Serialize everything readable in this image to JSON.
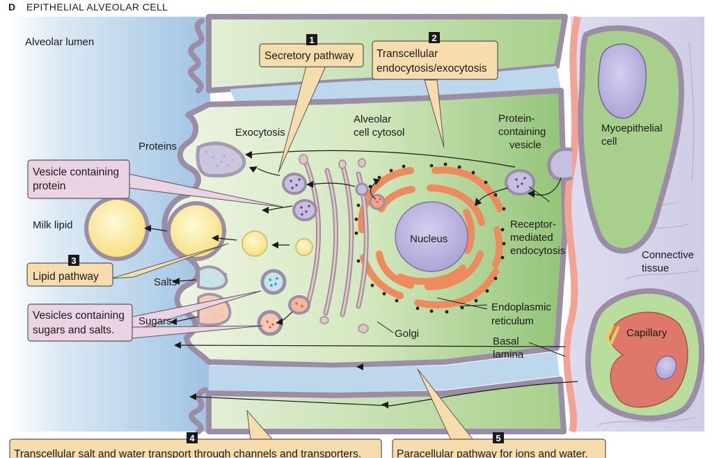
{
  "panel": {
    "letter": "D",
    "title": "EPITHELIAL ALVEOLAR CELL"
  },
  "regions": {
    "alveolar_lumen": "Alveolar lumen",
    "alveolar_cytosol": [
      "Alveolar",
      "cell cytosol"
    ],
    "connective_tissue": [
      "Connective",
      "tissue"
    ]
  },
  "labels": {
    "exocytosis": "Exocytosis",
    "proteins": "Proteins",
    "milk_lipid": "Milk lipid",
    "salts": "Salts",
    "sugars": "Sugars",
    "nucleus": "Nucleus",
    "golgi": "Golgi",
    "er": [
      "Endoplasmic",
      "reticulum"
    ],
    "protein_vesicle": [
      "Protein-",
      "containing",
      "vesicle"
    ],
    "receptor": [
      "Receptor-",
      "mediated",
      "endocytosis"
    ],
    "myoepithelial": [
      "Myoepithelial",
      "cell"
    ],
    "capillary": "Capillary",
    "basal_lamina": [
      "Basal",
      "lamina"
    ]
  },
  "callouts": {
    "vesicle_protein": [
      "Vesicle containing",
      "protein"
    ],
    "vesicles_sugars": [
      "Vesicles containing",
      "sugars and salts."
    ]
  },
  "pathways": [
    {
      "number": "1",
      "lines": [
        "Secretory pathway"
      ]
    },
    {
      "number": "2",
      "lines": [
        "Transcellular",
        "endocytosis/exocytosis"
      ]
    },
    {
      "number": "3",
      "lines": [
        "Lipid pathway"
      ]
    },
    {
      "number": "4",
      "lines": [
        "Transcellular salt and water transport through channels and transporters."
      ]
    },
    {
      "number": "5",
      "lines": [
        "Paracellular pathway for ions and water."
      ]
    }
  ],
  "colors": {
    "lumen": "#bcd6ec",
    "cytosol": "#dcebc9",
    "cytosol_dark": "#9ccb82",
    "membrane": "#9c8da6",
    "lamina": "#f0a08e",
    "connective": "#d7d5ea",
    "tan_box": "#f7dcae",
    "pink_box": "#ead4e4",
    "er": "#ee8a5e",
    "vesicle_purple": "#c7bfe0",
    "lipid": "#fbe894",
    "nucleus": "#bab3dd",
    "capillary": "#dd786a"
  },
  "icons": [
    "pathway-number-badge",
    "vesicle-icon",
    "lipid-droplet-icon",
    "nucleus-icon",
    "golgi-icon"
  ]
}
